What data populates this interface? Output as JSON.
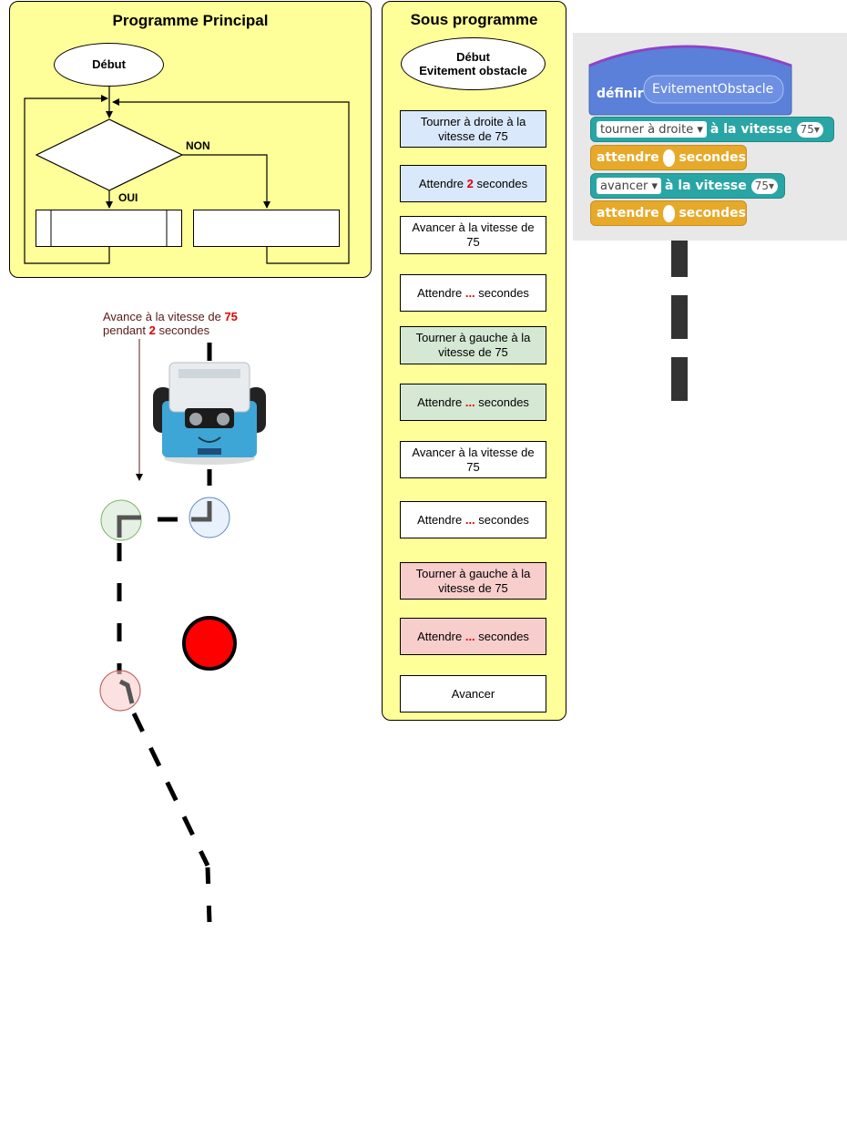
{
  "main_panel": {
    "title": "Programme Principal",
    "start": "Début",
    "label_no": "NON",
    "label_yes": "OUI"
  },
  "sub_panel": {
    "title": "Sous programme",
    "start_line1": "Début",
    "start_line2": "Evitement obstacle",
    "steps": [
      {
        "text": "Tourner à droite à la vitesse de 75",
        "color": "#dae8fc"
      },
      {
        "pre": "Attendre ",
        "red": "2",
        "post": " secondes",
        "color": "#dae8fc"
      },
      {
        "text": "Avancer à la vitesse de 75",
        "color": "#ffffff"
      },
      {
        "pre": "Attendre ",
        "red": "...",
        "post": " secondes",
        "color": "#ffffff"
      },
      {
        "text": "Tourner à gauche à la vitesse de 75",
        "color": "#d5e8d4"
      },
      {
        "pre": "Attendre ",
        "red": "...",
        "post": " secondes",
        "color": "#d5e8d4"
      },
      {
        "text": "Avancer à la vitesse de 75",
        "color": "#ffffff"
      },
      {
        "pre": "Attendre ",
        "red": "...",
        "post": " secondes",
        "color": "#ffffff"
      },
      {
        "text": "Tourner à gauche à la vitesse de 75",
        "color": "#f8cecc"
      },
      {
        "pre": "Attendre ",
        "red": "...",
        "post": " secondes",
        "color": "#f8cecc"
      },
      {
        "text": "Avancer",
        "color": "#ffffff"
      }
    ]
  },
  "robot_note": {
    "line1_pre": "Avance à la vitesse de ",
    "line1_red": "75",
    "line2_pre": "pendant ",
    "line2_red": "2",
    "line2_post": " secondes"
  },
  "scratch": {
    "define_label": "définir",
    "define_name": "EvitementObstacle",
    "block1_dropdown": "tourner à droite",
    "block1_text": "à la vitesse",
    "block1_value": "75",
    "block2_word1": "attendre",
    "block2_word2": "secondes",
    "block3_dropdown": "avancer",
    "block3_text": "à la vitesse",
    "block3_value": "75",
    "block4_word1": "attendre",
    "block4_word2": "secondes"
  },
  "colors": {
    "panel": "#ffff99",
    "accent_red": "#e00000",
    "obstacle": "#ff0000",
    "circle_green": "#d5e8d4",
    "circle_blue": "#dae8fc",
    "circle_red": "#f8cecc",
    "scratch_define": "#5b80d9",
    "scratch_motion": "#2aa5a5",
    "scratch_wait": "#e6a92a"
  }
}
